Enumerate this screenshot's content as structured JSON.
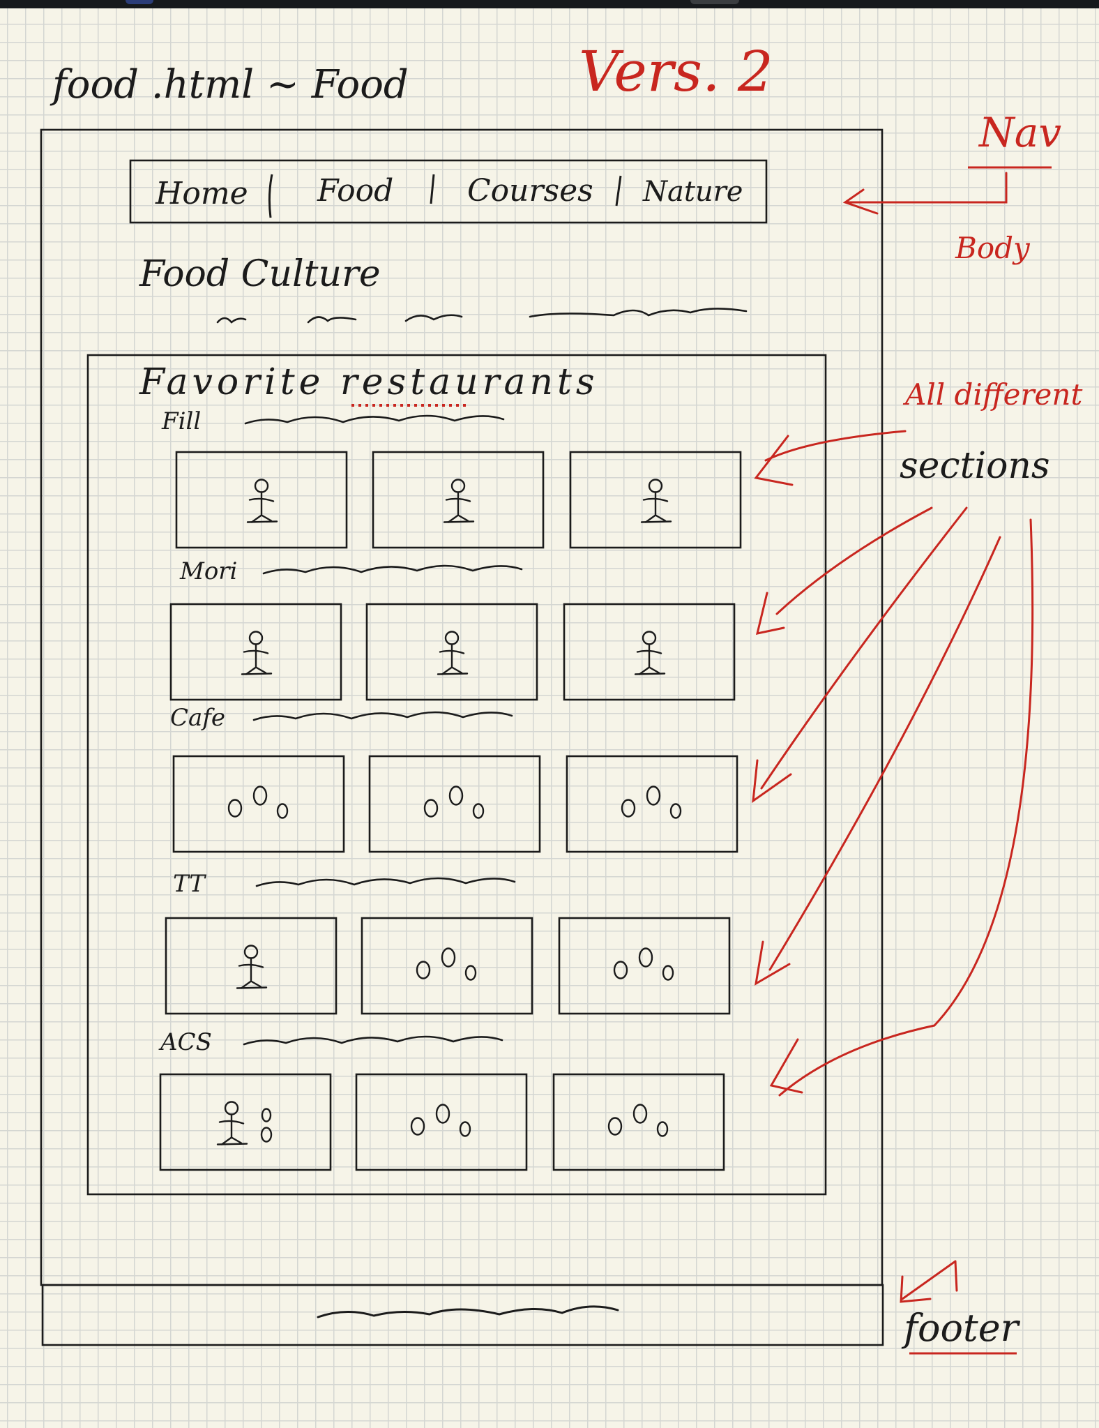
{
  "page_title": "food .html ~ Food",
  "version": "Vers. 2",
  "nav": {
    "items": [
      "Home",
      "Food",
      "Courses",
      "Nature"
    ]
  },
  "heading": "Food Culture",
  "section": {
    "title": "Favorite restaurants",
    "groups": [
      {
        "label": "Fill",
        "thumbs": [
          "person",
          "person",
          "person"
        ]
      },
      {
        "label": "Mori",
        "thumbs": [
          "person",
          "person",
          "person"
        ]
      },
      {
        "label": "Cafe",
        "thumbs": [
          "circles",
          "circles",
          "circles"
        ]
      },
      {
        "label": "TT",
        "thumbs": [
          "person",
          "circles",
          "circles"
        ]
      },
      {
        "label": "ACS",
        "thumbs": [
          "person-circles",
          "circles",
          "circles"
        ]
      }
    ]
  },
  "annotations": {
    "nav": "Nav",
    "body": "Body",
    "sections_line1": "All different",
    "sections_line2": "sections",
    "footer": "footer"
  },
  "colors": {
    "ink": "#1b1b1b",
    "annotation": "#c8261f",
    "paper": "#f6f4e8",
    "grid": "#d4d6d2"
  }
}
